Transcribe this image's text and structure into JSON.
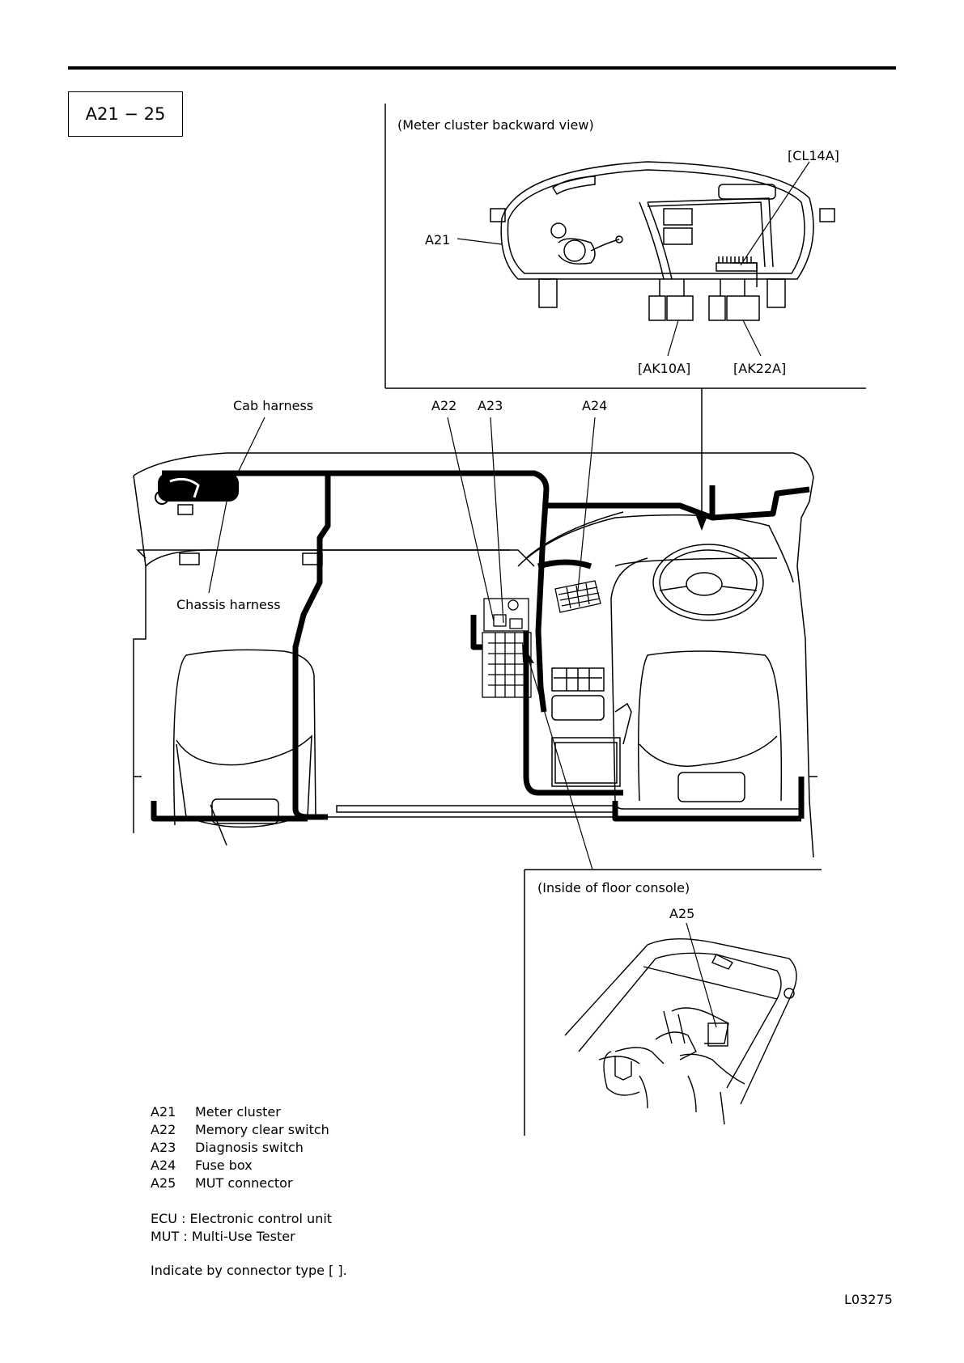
{
  "title": "A21 − 25",
  "figure_code": "L03275",
  "meter_inset": {
    "caption": "(Meter cluster backward view)",
    "label_a21": "A21",
    "label_cl14a": "[CL14A]",
    "label_ak10a": "[AK10A]",
    "label_ak22a": "[AK22A]"
  },
  "main_view": {
    "label_cab": "Cab harness",
    "label_chassis": "Chassis harness",
    "label_a22": "A22",
    "label_a23": "A23",
    "label_a24": "A24"
  },
  "console_inset": {
    "caption": "(Inside of floor console)",
    "label_a25": "A25"
  },
  "legend": [
    {
      "code": "A21",
      "text": "Meter cluster"
    },
    {
      "code": "A22",
      "text": "Memory clear switch"
    },
    {
      "code": "A23",
      "text": "Diagnosis switch"
    },
    {
      "code": "A24",
      "text": "Fuse box"
    },
    {
      "code": "A25",
      "text": "MUT connector"
    }
  ],
  "abbreviations": [
    "ECU : Electronic control unit",
    "MUT : Multi-Use Tester"
  ],
  "note": "Indicate by connector type [  ]."
}
